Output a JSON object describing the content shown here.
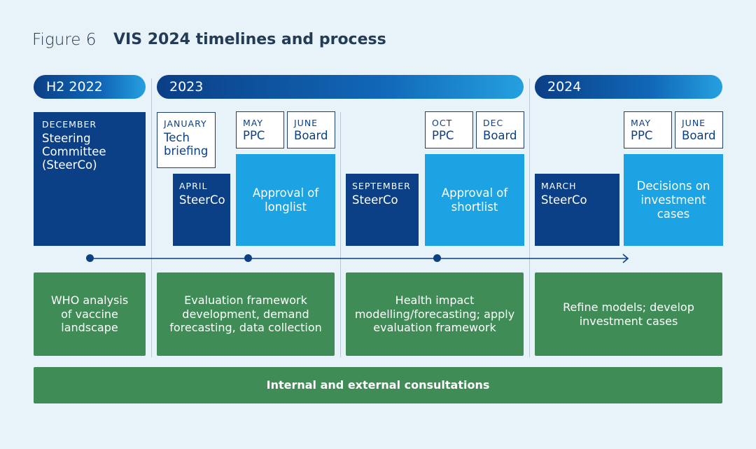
{
  "header": {
    "figure_label": "Figure 6",
    "title": "VIS 2024 timelines and process"
  },
  "periods": [
    "H2 2022",
    "2023",
    "2024"
  ],
  "milestones": {
    "december": {
      "month": "DECEMBER",
      "name": "Steering Committee (SteerCo)"
    },
    "january": {
      "month": "JANUARY",
      "name": "Tech briefing"
    },
    "april": {
      "month": "APRIL",
      "name": "SteerCo"
    },
    "may_2023": {
      "month": "MAY",
      "name": "PPC"
    },
    "june_2023": {
      "month": "JUNE",
      "name": "Board"
    },
    "approval_longlist": "Approval of longlist",
    "september": {
      "month": "SEPTEMBER",
      "name": "SteerCo"
    },
    "oct": {
      "month": "OCT",
      "name": "PPC"
    },
    "dec": {
      "month": "DEC",
      "name": "Board"
    },
    "approval_shortlist": "Approval of shortlist",
    "march": {
      "month": "MARCH",
      "name": "SteerCo"
    },
    "may_2024": {
      "month": "MAY",
      "name": "PPC"
    },
    "june_2024": {
      "month": "JUNE",
      "name": "Board"
    },
    "decisions": "Decisions on investment cases"
  },
  "activities": [
    "WHO analysis of vaccine landscape",
    "Evaluation framework development, demand forecasting, data collection",
    "Health impact modelling/forecasting; apply evaluation framework",
    "Refine models; develop investment cases"
  ],
  "consultations": "Internal and external consultations",
  "colors": {
    "dark_blue": "#0b3f86",
    "light_blue": "#1ba3e3",
    "green": "#3f8c56",
    "background": "#e8f3f9"
  }
}
